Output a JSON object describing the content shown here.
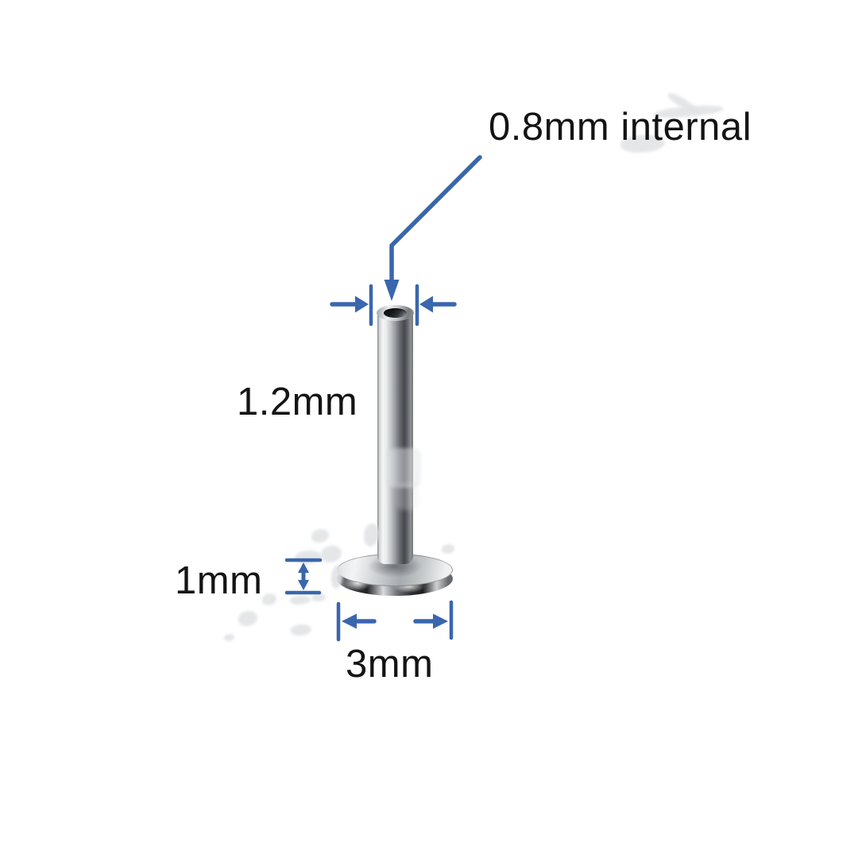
{
  "canvas": {
    "background": "#ffffff"
  },
  "colors": {
    "dimension_blue": "#3a66ad",
    "label_color": "#141414",
    "metal_highlight": "#f4f6f7",
    "metal_shadow": "#46484c",
    "canvas_bg": "#ffffff"
  },
  "dimensions": {
    "internal": {
      "label": "0.8mm internal",
      "value_mm": 0.8
    },
    "length": {
      "label": "1.2mm",
      "value_mm": 1.2
    },
    "thickness": {
      "label": "1mm",
      "value_mm": 1
    },
    "diameter": {
      "label": "3mm",
      "value_mm": 3
    }
  }
}
